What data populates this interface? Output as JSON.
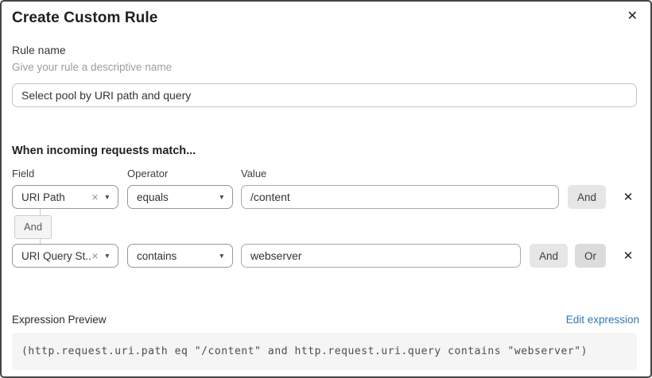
{
  "dialog": {
    "title": "Create Custom Rule"
  },
  "icons": {
    "close": "✕",
    "clear": "×",
    "caret_down": "▼",
    "remove_row": "✕"
  },
  "rule_name": {
    "label": "Rule name",
    "helper": "Give your rule a descriptive name",
    "value": "Select pool by URI path and query"
  },
  "match": {
    "heading": "When incoming requests match...",
    "columns": {
      "field": "Field",
      "operator": "Operator",
      "value": "Value"
    },
    "connector_label": "And",
    "rows": [
      {
        "field": "URI Path",
        "operator": "equals",
        "value": "/content",
        "and_label": "And"
      },
      {
        "field": "URI Query St...",
        "operator": "contains",
        "value": "webserver",
        "and_label": "And",
        "or_label": "Or"
      }
    ]
  },
  "expression": {
    "label": "Expression Preview",
    "edit_link": "Edit expression",
    "code": "(http.request.uri.path eq \"/content\" and http.request.uri.query contains \"webserver\")"
  },
  "colors": {
    "dialog_border": "#454545",
    "link_blue": "#3079b5",
    "button_gray": "#e6e6e6",
    "expr_background": "#f5f5f5"
  }
}
